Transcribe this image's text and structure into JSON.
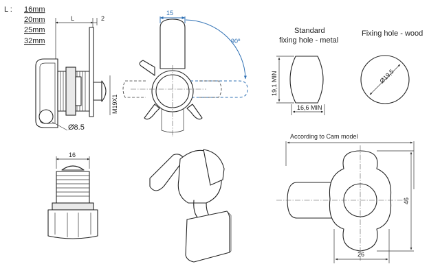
{
  "length_table": {
    "prefix": "L :",
    "lengths": [
      "16mm",
      "20mm",
      "25mm",
      "32mm"
    ]
  },
  "side_view": {
    "dim_length": "L",
    "dim_flange": "2",
    "thread": "M19X1",
    "key_hole": "Ø8.5"
  },
  "front_view": {
    "cam_width": "15",
    "rotation": "90º"
  },
  "fixing_metal": {
    "title_line1": "Standard",
    "title_line2": "fixing hole - metal",
    "height": "19,1 MIN",
    "width": "16,6 MIN"
  },
  "fixing_wood": {
    "title": "Fixing hole - wood",
    "diameter": "Ø19,5"
  },
  "bottom_left_view": {
    "width": "16"
  },
  "cam_view": {
    "note": "According to Cam model",
    "height": "46",
    "width": "26"
  }
}
